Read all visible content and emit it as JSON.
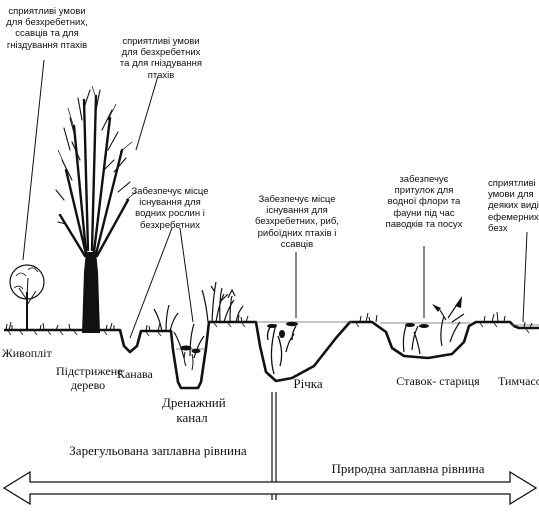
{
  "annotations": {
    "hedge_habitat": "сприятливі умови для безхребетних, ссавців та для гніздування птахів",
    "tree_habitat": "сприятливі умови для безхребетних та для гніздування птахів",
    "ditch_habitat": "Забезпечує місце існування для водних рослин і безхребетних",
    "river_habitat": "Забезпечує місце існування для безхребетних, риб, рибоїдних птахів і ссавців",
    "oxbow_habitat": "забезпечує притулок для водної флори та фауни під час паводків та посух",
    "temporary_habitat": "сприятливі умови для деяких видів ефемерних безх"
  },
  "labels": {
    "hedge": "Живопліт",
    "pollard_tree": "Підстрижене дерево",
    "ditch": "Канава",
    "drainage_canal": "Дренажний канал",
    "river": "Річка",
    "oxbow_lake": "Ставок- стариця",
    "temporary_pond": "Тимчасові"
  },
  "zones": {
    "regulated": "Зарегульована заплавна рівнина",
    "natural": "Природна заплавна рівнина"
  }
}
